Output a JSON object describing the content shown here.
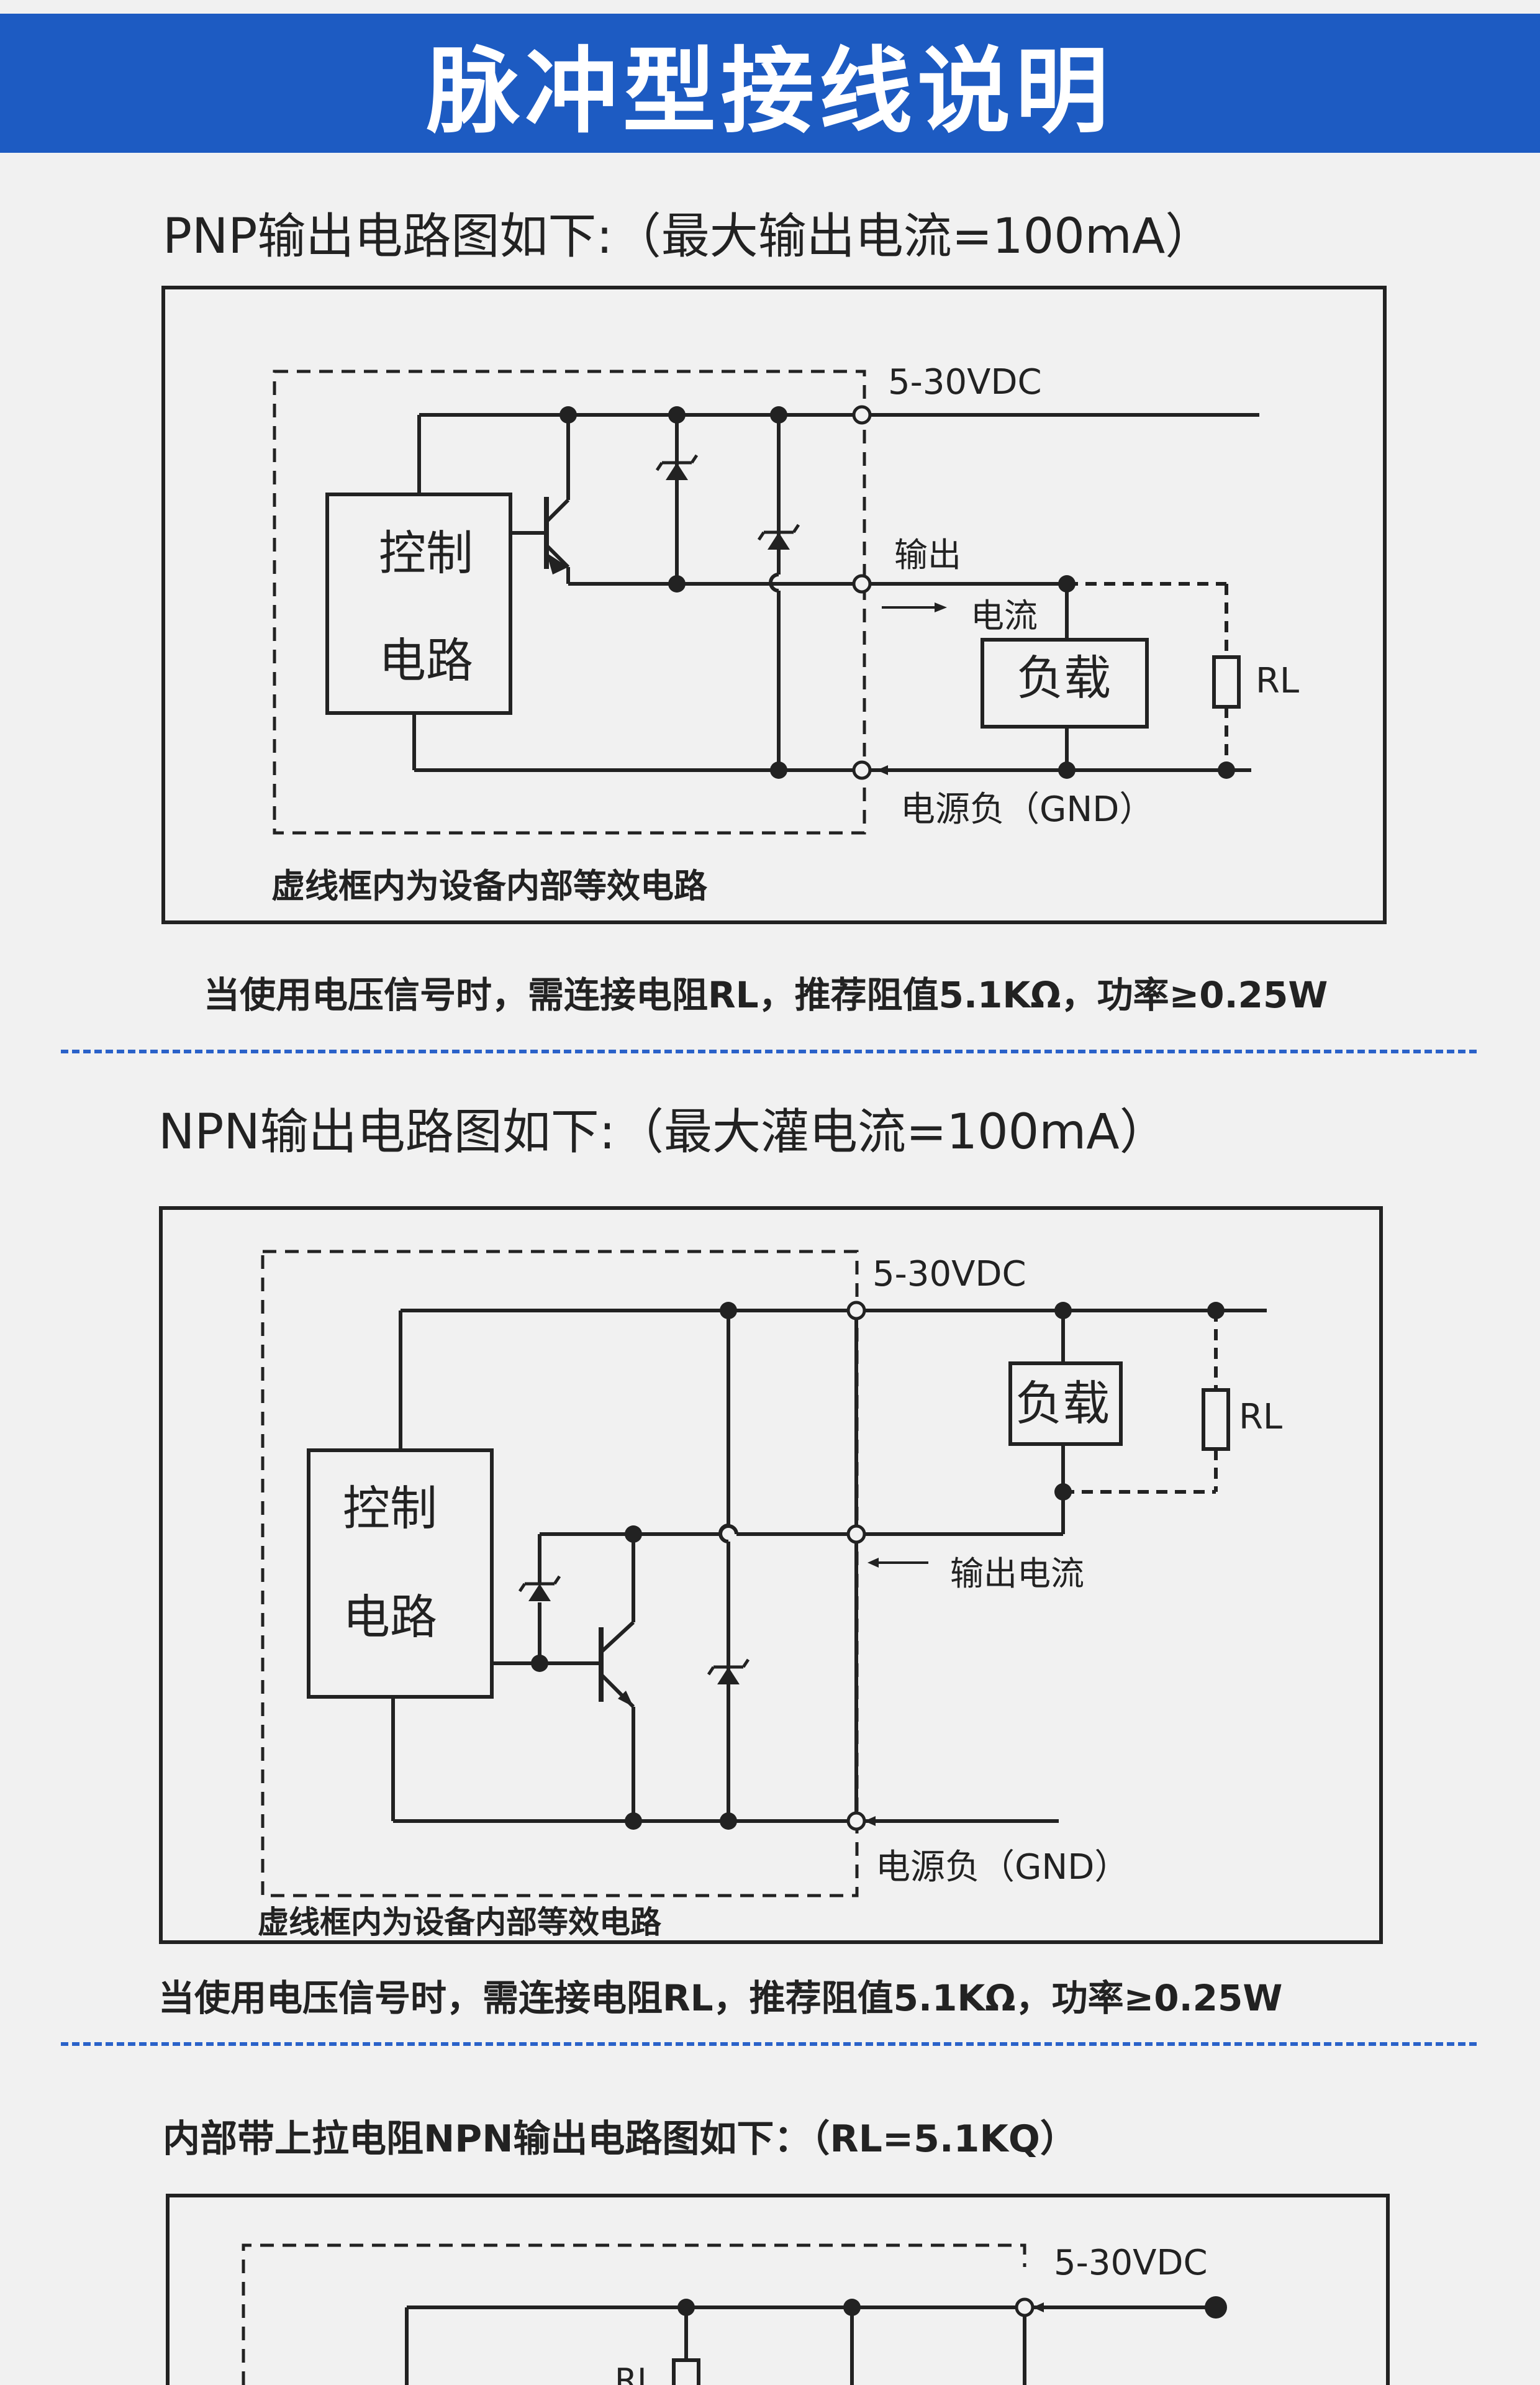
{
  "banner": {
    "title": "脉冲型接线说明"
  },
  "pnp": {
    "heading": "PNP输出电路图如下:（最大输出电流=100mA）",
    "control_box": [
      "控制",
      "电路"
    ],
    "supply_label": "5-30VDC",
    "output_label": "输出",
    "current_label": "电流",
    "load_label": "负载",
    "rl_label": "RL",
    "gnd_label": "电源负（GND）",
    "dashed_note": "虚线框内为设备内部等效电路",
    "note": "当使用电压信号时，需连接电阻RL，推荐阻值5.1KΩ，功率≥0.25W"
  },
  "npn": {
    "heading": "NPN输出电路图如下:（最大灌电流=100mA）",
    "control_box": [
      "控制",
      "电路"
    ],
    "supply_label": "5-30VDC",
    "load_label": "负载",
    "rl_label": "RL",
    "output_current_label": "输出电流",
    "gnd_label": "电源负（GND）",
    "dashed_note": "虚线框内为设备内部等效电路",
    "note": "当使用电压信号时，需连接电阻RL，推荐阻值5.1KΩ，功率≥0.25W"
  },
  "pullup": {
    "heading": "内部带上拉电阻NPN输出电路图如下：（RL=5.1KQ）",
    "supply_label": "5-30VDC",
    "rl_label": "RL"
  },
  "colors": {
    "banner": "#1d5bc2",
    "divider": "#2a62c9",
    "background": "#f1f1f1"
  }
}
